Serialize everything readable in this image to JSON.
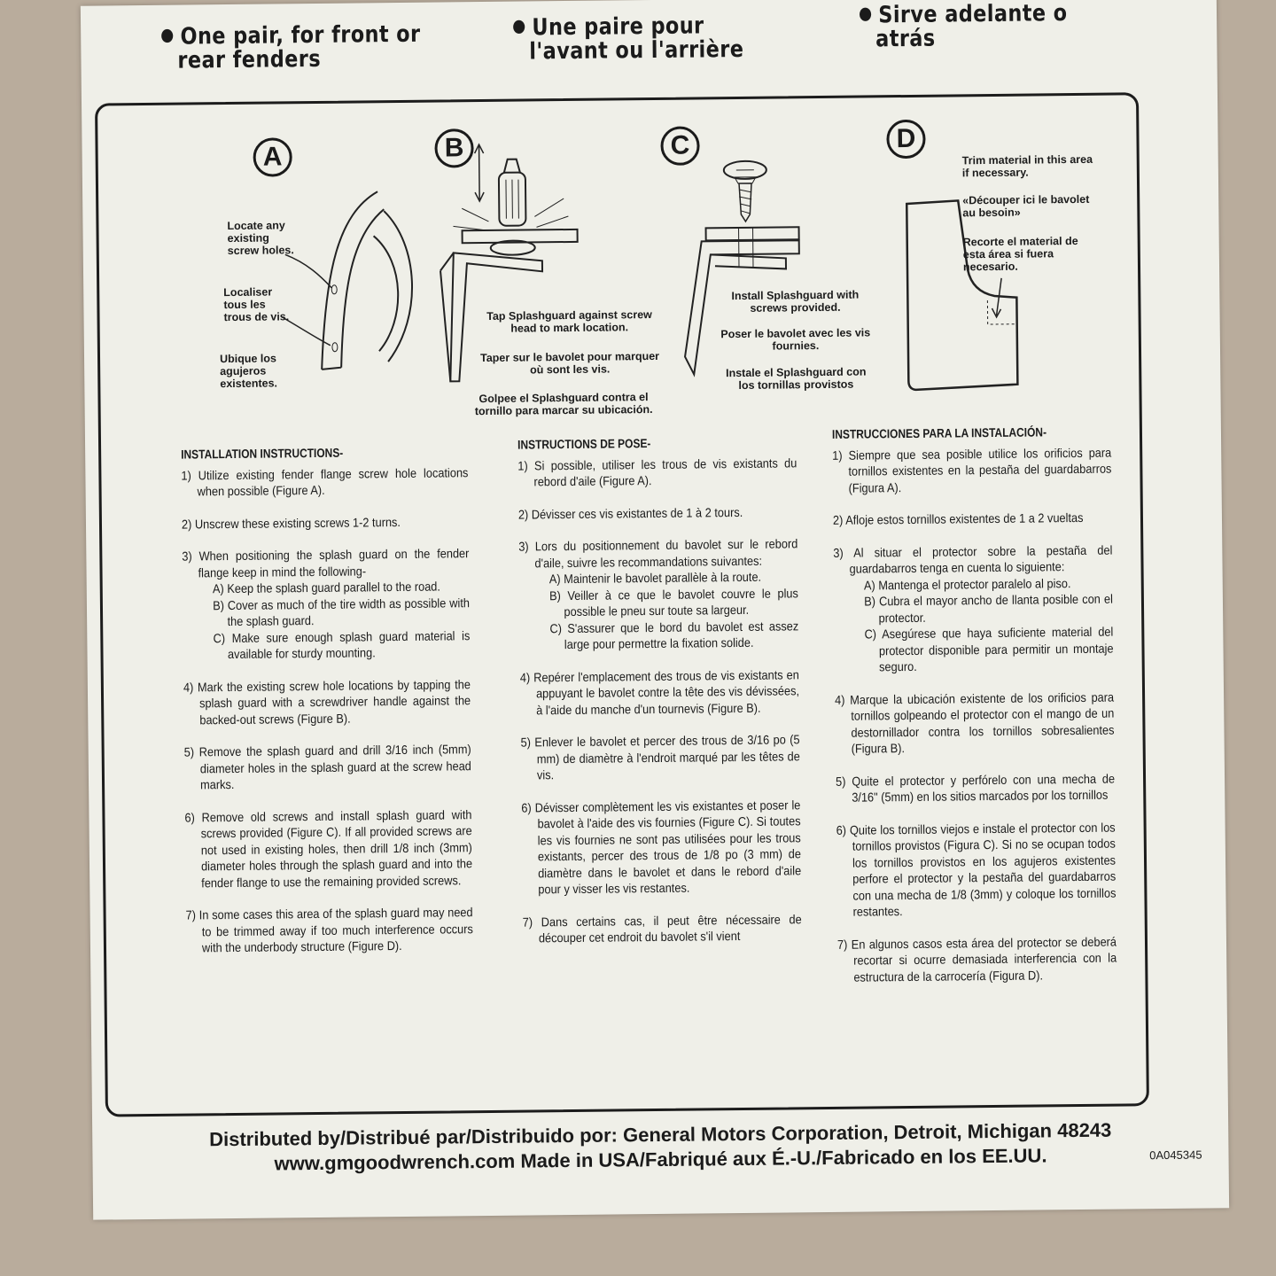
{
  "bullets": {
    "en": [
      "One pair, for front or",
      "rear fenders"
    ],
    "fr": [
      "Une paire pour",
      "l'avant ou l'arrière"
    ],
    "es": [
      "Sirve adelante o",
      "atrás"
    ]
  },
  "figures": {
    "a": {
      "letter": "A",
      "captions": [
        "Locate any existing screw holes.",
        "Localiser tous les trous de vis.",
        "Ubique los agujeros existentes."
      ]
    },
    "b": {
      "letter": "B",
      "captions": [
        "Tap Splashguard against screw head to mark location.",
        "Taper sur le bavolet pour marquer où sont les vis.",
        "Golpee el Splashguard contra el tornillo para marcar su ubicación."
      ]
    },
    "c": {
      "letter": "C",
      "captions": [
        "Install Splashguard with screws provided.",
        "Poser le bavolet avec les vis fournies.",
        "Instale el Splashguard con los tornillas provistos"
      ]
    },
    "d": {
      "letter": "D",
      "captions": [
        "Trim material in this area if necessary.",
        "«Découper ici le bavolet au besoin»",
        "Recorte el material de esta área si fuera necesario."
      ]
    }
  },
  "instructions": {
    "en": {
      "heading": "INSTALLATION INSTRUCTIONS-",
      "steps": [
        "1) Utilize existing fender flange screw hole locations when possible (Figure A).",
        "2) Unscrew these existing screws 1-2 turns.",
        "3) When positioning the splash guard on the fender flange keep in mind the following-",
        "4) Mark the existing screw hole locations by tapping the splash guard with a screwdriver handle against the backed-out screws (Figure B).",
        "5) Remove the splash guard and drill 3/16 inch (5mm) diameter holes in the splash guard at the screw head marks.",
        "6) Remove old screws and install splash guard with screws provided (Figure C). If all provided screws are not used in existing holes, then drill 1/8 inch (3mm) diameter holes through the splash guard and into the fender flange to use the remaining provided screws.",
        "7) In some cases this area of the splash guard may need to be trimmed away if too much interference occurs with the underbody structure (Figure D)."
      ],
      "sub3": [
        "A) Keep the splash guard parallel to the road.",
        "B) Cover as much of the tire width as possible with the splash guard.",
        "C) Make sure enough splash guard material is available for sturdy mounting."
      ]
    },
    "fr": {
      "heading": "INSTRUCTIONS DE POSE-",
      "steps": [
        "1) Si possible, utiliser les trous de vis existants du rebord d'aile (Figure A).",
        "2) Dévisser ces vis existantes de 1 à 2 tours.",
        "3) Lors du positionnement du bavolet sur le rebord d'aile, suivre les recommandations suivantes:",
        "4) Repérer l'emplacement des trous de vis existants en appuyant le bavolet contre la tête des vis dévissées, à l'aide du manche d'un tournevis (Figure B).",
        "5) Enlever le bavolet et percer des trous de 3/16 po (5 mm) de diamètre à l'endroit marqué par les têtes de vis.",
        "6) Dévisser complètement les vis existantes et poser le bavolet à l'aide des vis fournies (Figure C). Si toutes les vis fournies ne sont pas utilisées pour les trous existants, percer des trous de 1/8 po (3 mm) de diamètre dans le bavolet et dans le rebord d'aile pour y visser les vis restantes.",
        "7) Dans certains cas, il peut être nécessaire de découper cet endroit du bavolet s'il vient"
      ],
      "sub3": [
        "A) Maintenir le bavolet parallèle à la route.",
        "B) Veiller à ce que le bavolet couvre le plus possible le pneu sur toute sa largeur.",
        "C) S'assurer que le bord du bavolet est assez large pour permettre la fixation solide."
      ]
    },
    "es": {
      "heading": "INSTRUCCIONES PARA LA INSTALACIÓN-",
      "steps": [
        "1) Siempre que sea posible utilice los orificios para tornillos existentes en la pestaña del guardabarros (Figura A).",
        "2) Afloje estos tornillos existentes de 1 a 2 vueltas",
        "3) Al situar el protector sobre la pestaña del guardabarros tenga en cuenta lo siguiente:",
        "4) Marque la ubicación existente de los orificios para tornillos golpeando el protector con el mango de un destornillador contra los tornillos sobresalientes (Figura B).",
        "5) Quite el protector y perfórelo con una mecha de 3/16\" (5mm) en los sitios marcados por los tornillos",
        "6) Quite los tornillos viejos e instale el protector con los tornillos provistos (Figura C). Si no se ocupan todos los tornillos provistos en los agujeros existentes perfore el protector y la pestaña del guardabarros con una mecha de 1/8 (3mm) y coloque los tornillos restantes.",
        "7) En algunos casos esta área del protector se deberá recortar si ocurre demasiada interferencia con la estructura de la carrocería (Figura D)."
      ],
      "sub3": [
        "A) Mantenga el protector paralelo al piso.",
        "B) Cubra el mayor ancho de llanta posible con el protector.",
        "C) Asegúrese que haya suficiente material del protector disponible para permitir un montaje seguro."
      ]
    }
  },
  "footer": {
    "line1": "Distributed by/Distribué par/Distribuido por: General Motors Corporation, Detroit, Michigan 48243",
    "line2": "www.gmgoodwrench.com Made in USA/Fabriqué aux É.-U./Fabricado en los EE.UU.",
    "code": "0A045345"
  }
}
